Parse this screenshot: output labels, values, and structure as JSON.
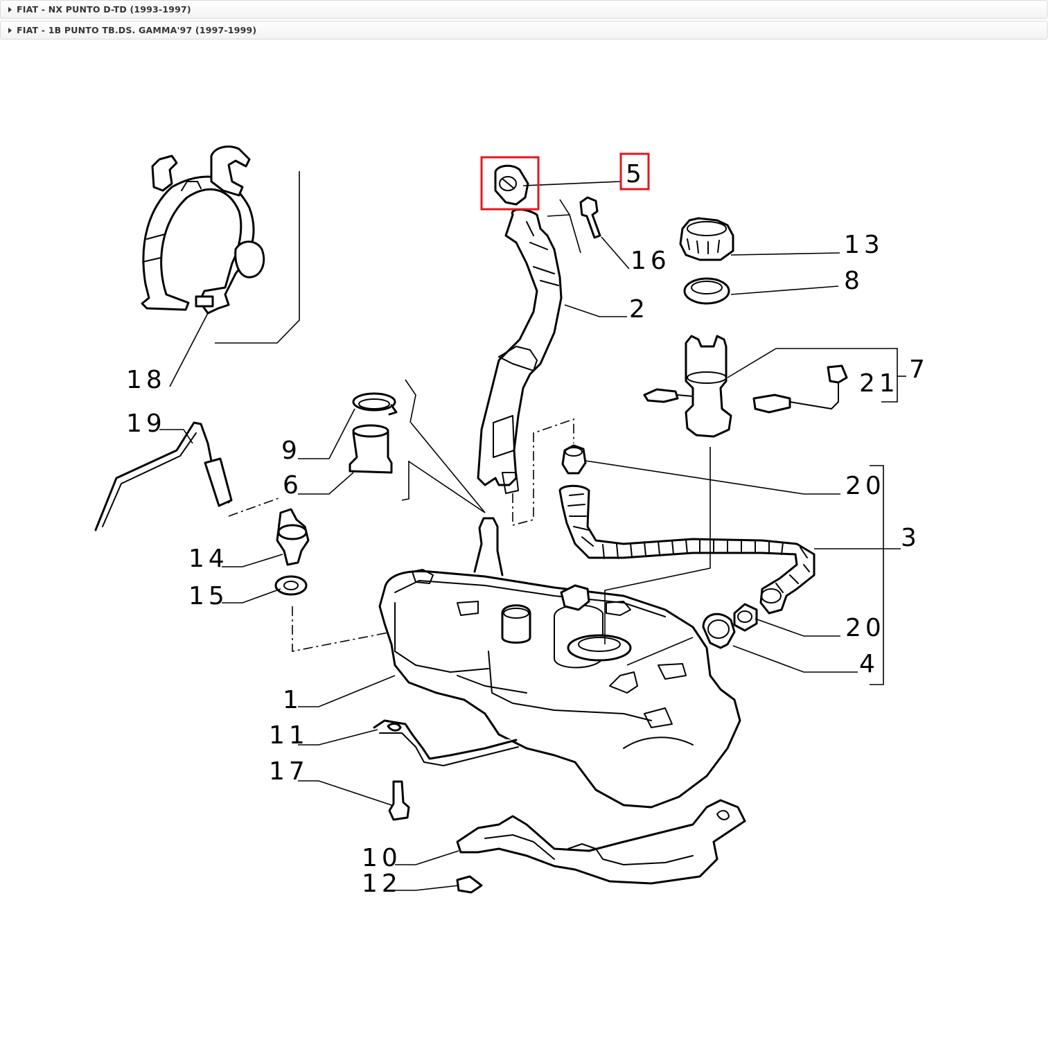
{
  "accordion": [
    {
      "label": "FIAT - NX PUNTO D-TD (1993-1997)"
    },
    {
      "label": "FIAT - 1B PUNTO TB.DS. GAMMA'97 (1997-1999)"
    }
  ],
  "diagram": {
    "highlight_color": "#e8141c",
    "callouts": [
      {
        "label": "1"
      },
      {
        "label": "2"
      },
      {
        "label": "3"
      },
      {
        "label": "4"
      },
      {
        "label": "5"
      },
      {
        "label": "6"
      },
      {
        "label": "7"
      },
      {
        "label": "8"
      },
      {
        "label": "9"
      },
      {
        "label": "10"
      },
      {
        "label": "11"
      },
      {
        "label": "12"
      },
      {
        "label": "13"
      },
      {
        "label": "14"
      },
      {
        "label": "15"
      },
      {
        "label": "16"
      },
      {
        "label": "17"
      },
      {
        "label": "18"
      },
      {
        "label": "19"
      },
      {
        "label": "20"
      },
      {
        "label": "20"
      },
      {
        "label": "21"
      }
    ]
  }
}
